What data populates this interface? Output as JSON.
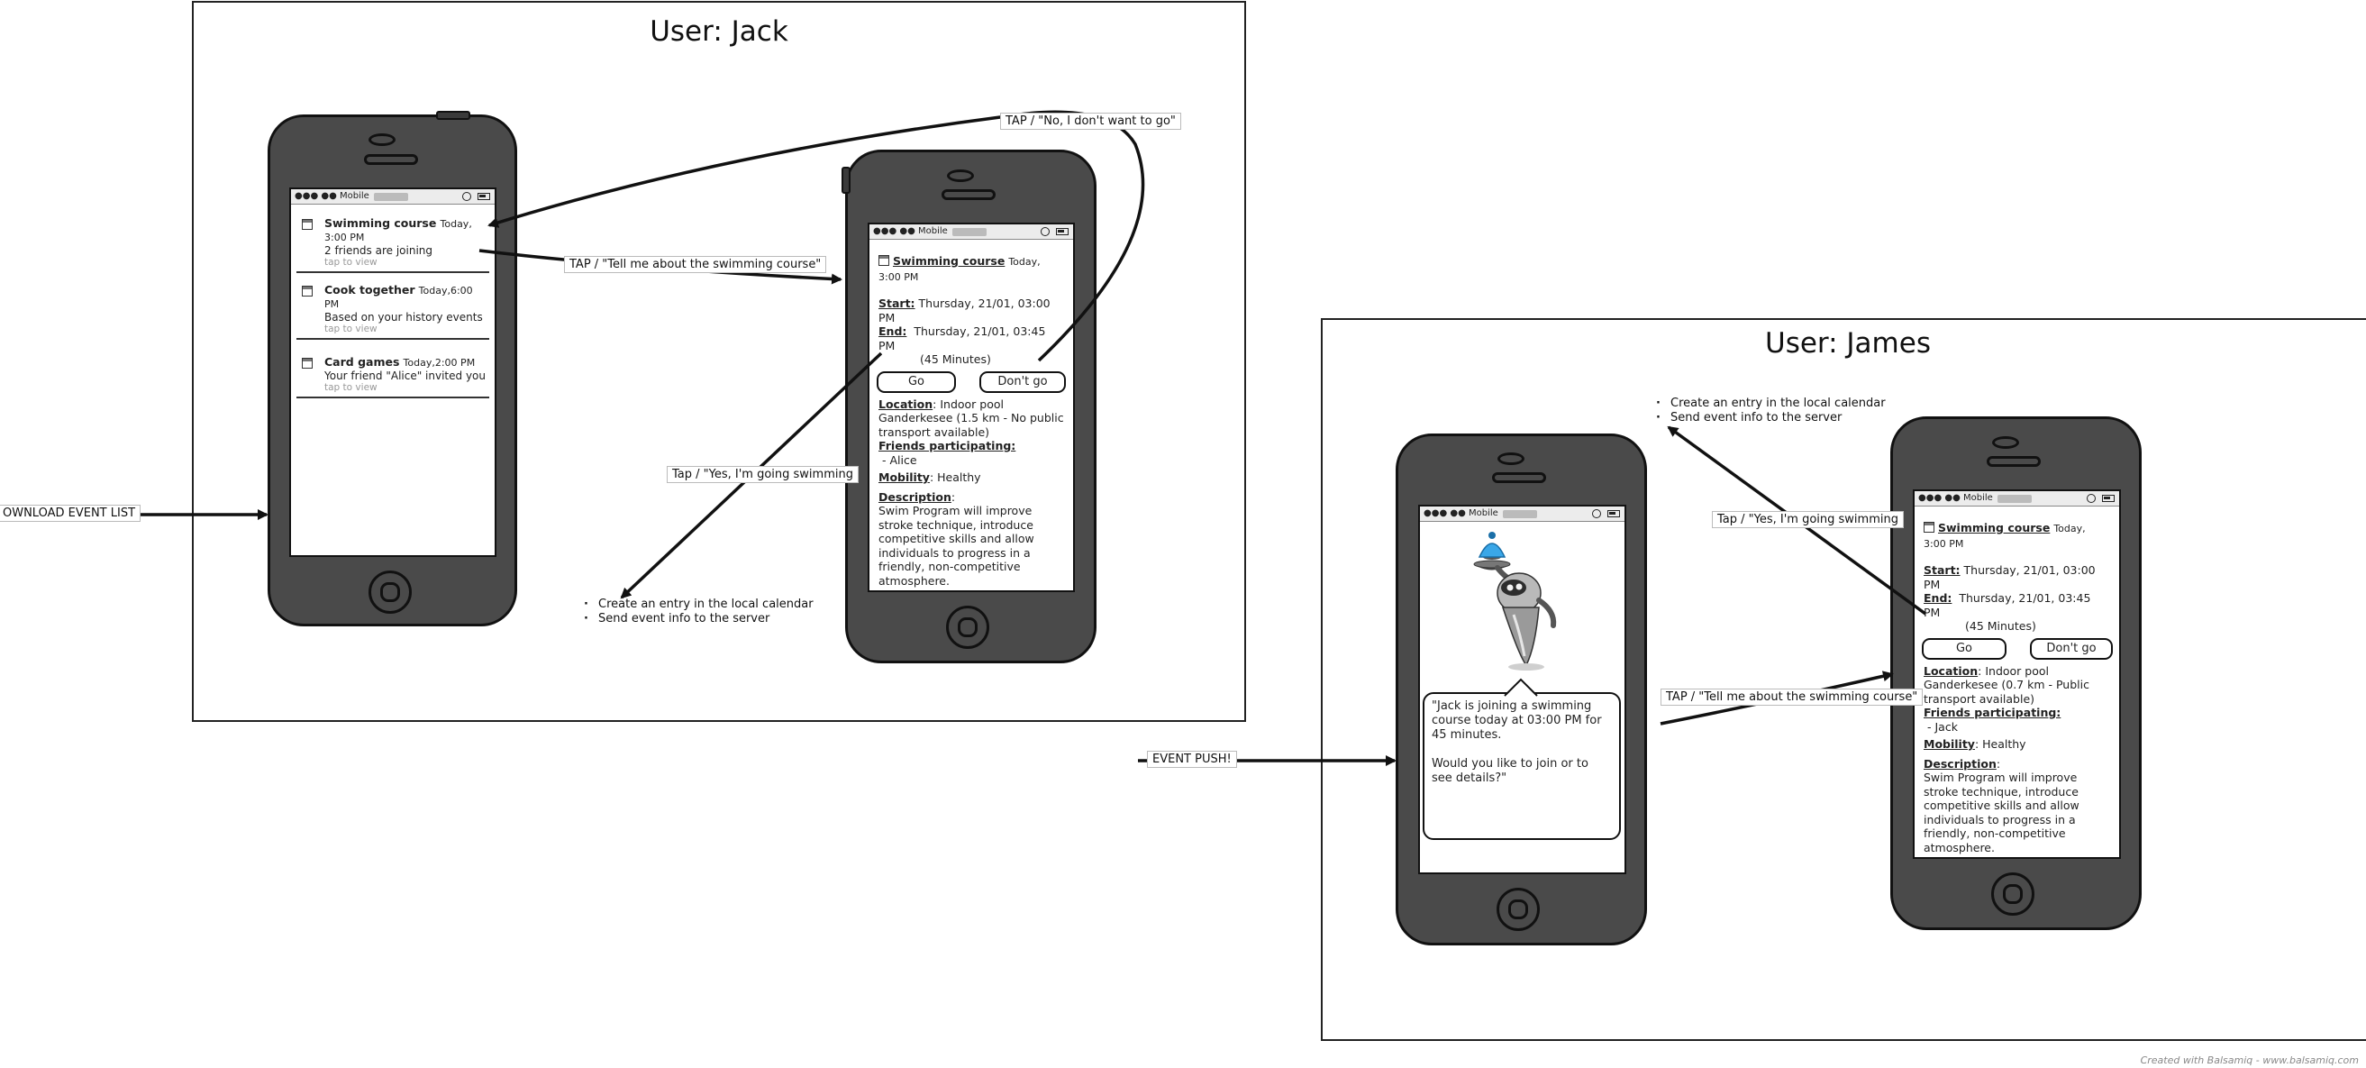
{
  "frames": {
    "jack": {
      "title": "User: Jack"
    },
    "james": {
      "title": "User: James"
    }
  },
  "status_bar": {
    "carrier": "●●● ●● Mobile"
  },
  "list_screen": {
    "events": [
      {
        "title": "Swimming course",
        "time": "Today, 3:00 PM",
        "subtitle": "2 friends are joining",
        "tap": "tap to view"
      },
      {
        "title": "Cook together",
        "time": "Today,6:00 PM",
        "subtitle": "Based on your history events",
        "tap": "tap to view"
      },
      {
        "title": "Card games",
        "time": "Today,2:00 PM",
        "subtitle": "Your friend \"Alice\" invited you",
        "tap": "tap to view"
      }
    ]
  },
  "detail_jack": {
    "title": "Swimming course",
    "time": "Today, 3:00 PM",
    "start_label": "Start:",
    "start_value": "Thursday, 21/01, 03:00 PM",
    "end_label": "End:",
    "end_value": "Thursday, 21/01, 03:45 PM",
    "duration": "(45 Minutes)",
    "go_label": "Go",
    "dontgo_label": "Don't go",
    "location_label": "Location",
    "location_value": ": Indoor pool Ganderkesee (1.5 km - No public transport available)",
    "friends_label": "Friends participating:",
    "friends_value": "- Alice",
    "mobility_label": "Mobility",
    "mobility_value": ": Healthy",
    "description_label": "Description",
    "description_value": "Swim Program will improve stroke technique, introduce competitive skills and allow individuals to progress in a friendly, non-competitive atmosphere."
  },
  "detail_james": {
    "title": "Swimming course",
    "time": "Today, 3:00 PM",
    "start_label": "Start:",
    "start_value": "Thursday, 21/01, 03:00 PM",
    "end_label": "End:",
    "end_value": "Thursday, 21/01, 03:45 PM",
    "duration": "(45 Minutes)",
    "go_label": "Go",
    "dontgo_label": "Don't go",
    "location_label": "Location",
    "location_value": ": Indoor pool Ganderkesee (0.7 km - Public transport available)",
    "friends_label": "Friends participating:",
    "friends_value": "- Jack",
    "mobility_label": "Mobility",
    "mobility_value": ": Healthy",
    "description_label": "Description",
    "description_value": "Swim Program will improve stroke technique, introduce competitive skills and allow individuals to progress in a friendly, non-competitive atmosphere."
  },
  "push_screen": {
    "message_line1": "\"Jack is joining a swimming course today at 03:00 PM for 45 minutes.",
    "message_line2": "Would you like to join or to see details?\""
  },
  "annotations": {
    "download": "OWNLOAD EVENT LIST",
    "tap_tell_jack": "TAP / \"Tell me about the swimming course\"",
    "tap_no": "TAP / \"No, I don't want to go\"",
    "tap_yes_jack": "Tap / \"Yes, I'm going swimming",
    "bullets_jack": [
      "Create an entry in the local calendar",
      "Send event info to the server"
    ],
    "event_push": "EVENT PUSH!",
    "tap_yes_james": "Tap / \"Yes, I'm going swimming",
    "tap_tell_james": "TAP / \"Tell me about the swimming course\"",
    "bullets_james": [
      "Create an entry in the local calendar",
      "Send event info to the server"
    ]
  },
  "footer": "Created with Balsamiq - www.balsamiq.com",
  "icons": [
    "calendar-icon",
    "robot-waiter-illustration"
  ]
}
